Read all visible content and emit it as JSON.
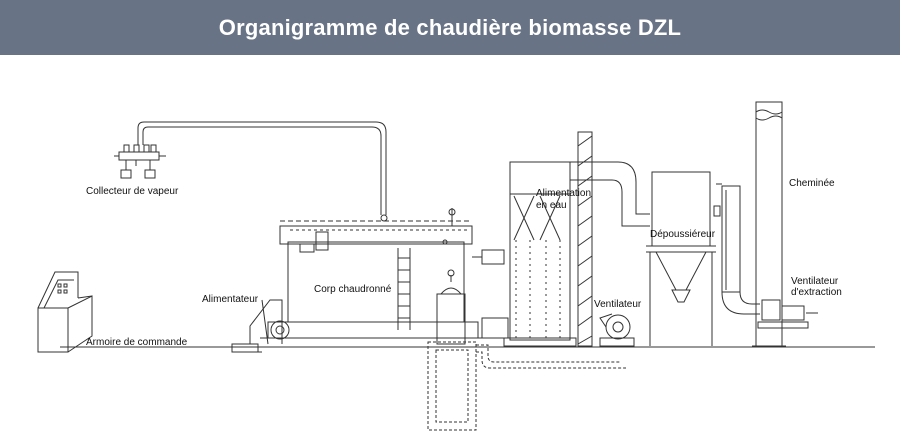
{
  "title": "Organigramme de chaudière biomasse DZL",
  "colors": {
    "title_bg": "#687386",
    "title_text": "#ffffff",
    "line": "#333333"
  },
  "labels": {
    "collecteur": "Collecteur de vapeur",
    "armoire": "Armoire de commande",
    "alimentateur": "Alimentateur",
    "corps": "Corp chaudronné",
    "alimentation_1": "Alimentation",
    "alimentation_2": "en eau",
    "ventilateur": "Ventilateur",
    "depoussiereur": "Dépoussiéreur",
    "cheminee": "Cheminée",
    "ventilateur_extraction_1": "Ventilateur",
    "ventilateur_extraction_2": "d'extraction"
  }
}
